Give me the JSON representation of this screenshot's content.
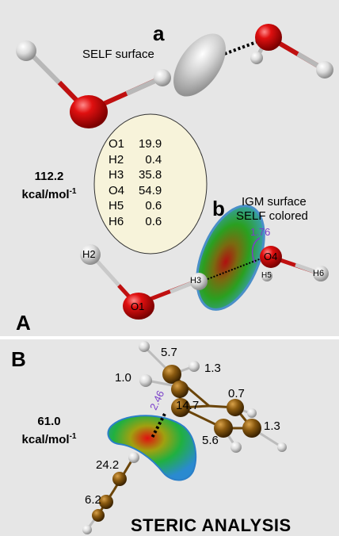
{
  "panel_a": {
    "panel_label": "A",
    "sub_a": {
      "letter": "a",
      "caption": "SELF surface"
    },
    "sub_b": {
      "letter": "b",
      "caption_line1": "IGM surface",
      "caption_line2": "SELF colored"
    },
    "energy_value": "112.2",
    "energy_unit": "kcal/mol",
    "energy_exp": "-1",
    "distance": "1.76",
    "table": [
      {
        "atom": "O1",
        "value": "19.9"
      },
      {
        "atom": "H2",
        "value": "0.4"
      },
      {
        "atom": "H3",
        "value": "35.8"
      },
      {
        "atom": "O4",
        "value": "54.9"
      },
      {
        "atom": "H5",
        "value": "0.6"
      },
      {
        "atom": "H6",
        "value": "0.6"
      }
    ],
    "atom_labels": {
      "h2": "H2",
      "o1": "O1",
      "h3": "H3",
      "o4": "O4",
      "h5": "H5",
      "h6": "H6"
    }
  },
  "panel_b": {
    "panel_label": "B",
    "energy_value": "61.0",
    "energy_unit": "kcal/mol",
    "energy_exp": "-1",
    "distance": "2.46",
    "values": [
      "5.7",
      "1.3",
      "1.0",
      "0.7",
      "14.7",
      "1.3",
      "5.6",
      "24.2",
      "6.2"
    ],
    "title": "STERIC ANALYSIS"
  },
  "colors": {
    "oxygen": "#cc0000",
    "hydrogen": "#e8e8e8",
    "carbon": "#8a5a10",
    "distance_label": "#7a3fc9",
    "table_fill": "#f7f3da"
  }
}
